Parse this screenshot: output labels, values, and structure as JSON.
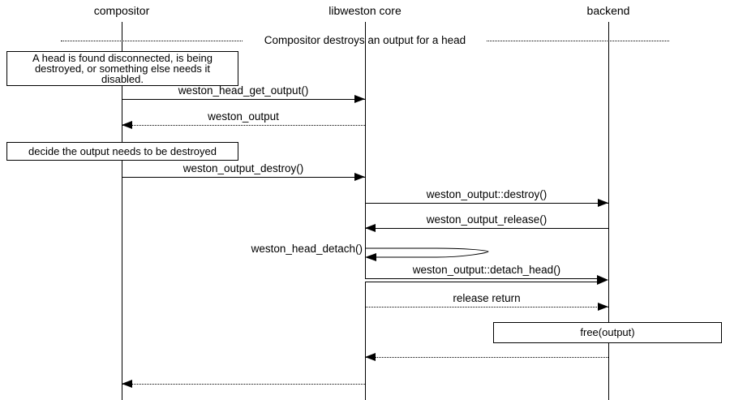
{
  "colors": {
    "ink": "#000000",
    "paper": "#ffffff"
  },
  "actors": [
    {
      "label": "compositor"
    },
    {
      "label": "libweston core"
    },
    {
      "label": "backend"
    }
  ],
  "divider": {
    "label": "Compositor destroys an output for a head"
  },
  "notes": {
    "head_note": {
      "lines": [
        "A head is found disconnected, is being",
        "destroyed, or something else needs it",
        "disabled."
      ]
    },
    "decide_note": {
      "text": "decide the output needs to be destroyed"
    },
    "free_note": {
      "text": "free(output)"
    }
  },
  "messages": [
    {
      "label": "weston_head_get_output()",
      "from": "compositor",
      "to": "libweston core",
      "style": "solid"
    },
    {
      "label": "weston_output",
      "from": "libweston core",
      "to": "compositor",
      "style": "dotted-return"
    },
    {
      "label": "weston_output_destroy()",
      "from": "compositor",
      "to": "libweston core",
      "style": "solid"
    },
    {
      "label": "weston_output::destroy()",
      "from": "libweston core",
      "to": "backend",
      "style": "solid"
    },
    {
      "label": "weston_output_release()",
      "from": "backend",
      "to": "libweston core",
      "style": "solid"
    },
    {
      "label": "weston_head_detach()",
      "from": "libweston core",
      "to": "libweston core",
      "style": "self"
    },
    {
      "label": "weston_output::detach_head()",
      "from": "libweston core",
      "to": "backend",
      "style": "double"
    },
    {
      "label": "release return",
      "from": "libweston core",
      "to": "backend",
      "style": "dotted"
    },
    {
      "label": "",
      "from": "backend",
      "to": "libweston core",
      "style": "dotted-return"
    },
    {
      "label": "",
      "from": "libweston core",
      "to": "compositor",
      "style": "dotted-return"
    }
  ]
}
